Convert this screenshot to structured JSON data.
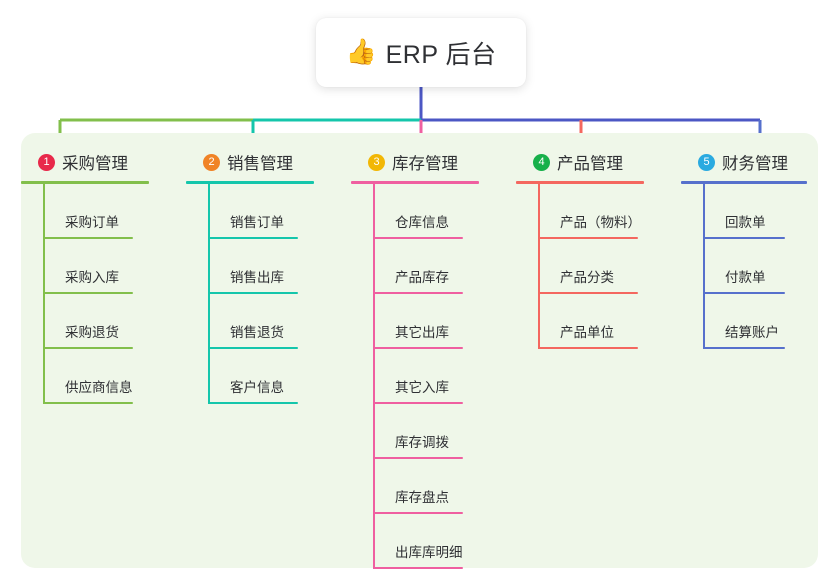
{
  "diagram": {
    "title": "ERP 后台",
    "root": {
      "icon": "thumbs-up-icon",
      "icon_glyph": "👍",
      "label": "ERP 后台"
    },
    "panel_background": "#eff7e9",
    "canvas_background": "#ffffff",
    "root_connector_color": "#4c57c4",
    "branches": [
      {
        "index": "1",
        "title": "采购管理",
        "badge_color": "#e8294a",
        "line_color": "#82bf4b",
        "items": [
          {
            "label": "采购订单"
          },
          {
            "label": "采购入库"
          },
          {
            "label": "采购退货"
          },
          {
            "label": "供应商信息"
          }
        ]
      },
      {
        "index": "2",
        "title": "销售管理",
        "badge_color": "#f08326",
        "line_color": "#14c6ab",
        "items": [
          {
            "label": "销售订单"
          },
          {
            "label": "销售出库"
          },
          {
            "label": "销售退货"
          },
          {
            "label": "客户信息"
          }
        ]
      },
      {
        "index": "3",
        "title": "库存管理",
        "badge_color": "#f2b705",
        "line_color": "#ef5fa0",
        "items": [
          {
            "label": "仓库信息"
          },
          {
            "label": "产品库存"
          },
          {
            "label": "其它出库"
          },
          {
            "label": "其它入库"
          },
          {
            "label": "库存调拨"
          },
          {
            "label": "库存盘点"
          },
          {
            "label": "出库库明细"
          }
        ]
      },
      {
        "index": "4",
        "title": "产品管理",
        "badge_color": "#17b04a",
        "line_color": "#f4675f",
        "items": [
          {
            "label": "产品（物料）"
          },
          {
            "label": "产品分类"
          },
          {
            "label": "产品单位"
          }
        ]
      },
      {
        "index": "5",
        "title": "财务管理",
        "badge_color": "#2aaae0",
        "line_color": "#5670cc",
        "items": [
          {
            "label": "回款单"
          },
          {
            "label": "付款单"
          },
          {
            "label": "结算账户"
          }
        ]
      }
    ]
  }
}
